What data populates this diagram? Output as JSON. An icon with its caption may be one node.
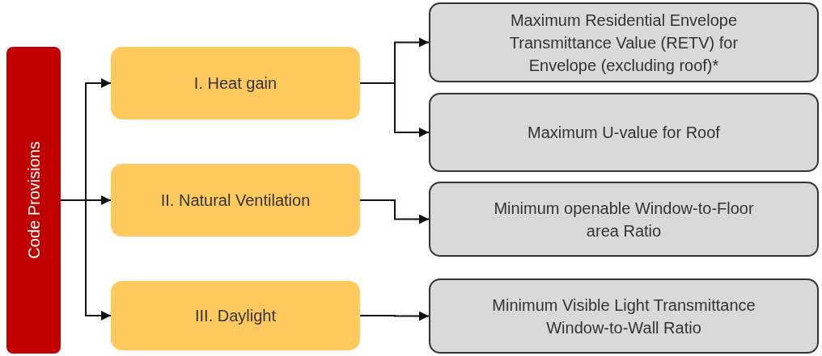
{
  "diagram": {
    "nodes": [
      {
        "text": [
          "Code Provisions"
        ]
      },
      {
        "text": [
          "I. Heat gain"
        ]
      },
      {
        "text": [
          "II. Natural Ventilation"
        ]
      },
      {
        "text": [
          "III. Daylight"
        ]
      },
      {
        "text": [
          "Maximum Residential Envelope Transmittance Value (RETV) for Envelope (excluding roof)*"
        ]
      },
      {
        "text": [
          "Maximum U-value for Roof"
        ]
      },
      {
        "text": [
          "Minimum openable Window-to-Floor area Ratio"
        ]
      },
      {
        "text": [
          "Minimum Visible Light Transmittance Window-to-Wall Ratio"
        ]
      }
    ],
    "edges": [
      {
        "from": 0,
        "to": 1,
        "arrow": "to"
      },
      {
        "from": 0,
        "to": 2,
        "arrow": "to"
      },
      {
        "from": 0,
        "to": 3,
        "arrow": "to"
      },
      {
        "from": 1,
        "to": 4,
        "arrow": "to"
      },
      {
        "from": 1,
        "to": 5,
        "arrow": "to"
      },
      {
        "from": 2,
        "to": 6,
        "arrow": "to"
      },
      {
        "from": 3,
        "to": 7,
        "arrow": "to"
      }
    ]
  }
}
